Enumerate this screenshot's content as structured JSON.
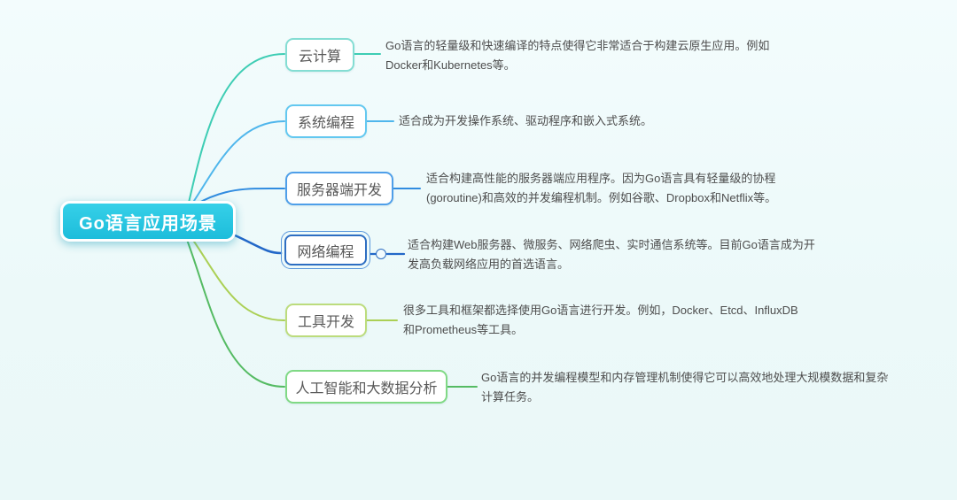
{
  "root": {
    "label": "Go语言应用场景",
    "bg_color": "#25c5e2"
  },
  "branches": [
    {
      "label": "云计算",
      "border_color": "#84ddd3",
      "line_color": "#3ecdb4",
      "desc_lines": [
        "Go语言的轻量级和快速编译的特点使得它非常适合于构建云原生应用。例如",
        "Docker和Kubernetes等。"
      ]
    },
    {
      "label": "系统编程",
      "border_color": "#63c8f0",
      "line_color": "#4fb6ec",
      "desc_lines": [
        "适合成为开发操作系统、驱动程序和嵌入式系统。",
        ""
      ]
    },
    {
      "label": "服务器端开发",
      "border_color": "#4f9fe9",
      "line_color": "#318ce0",
      "desc_lines": [
        "适合构建高性能的服务器端应用程序。因为Go语言具有轻量级的协程",
        "(goroutine)和高效的并发编程机制。例如谷歌、Dropbox和Netflix等。"
      ]
    },
    {
      "label": "网络编程",
      "border_color": "#2e6ec2",
      "line_color": "#2368c8",
      "selected": "true",
      "desc_lines": [
        "适合构建Web服务器、微服务、网络爬虫、实时通信系统等。目前Go语言成为开",
        "发高负载网络应用的首选语言。"
      ]
    },
    {
      "label": "工具开发",
      "border_color": "#bcdc7d",
      "line_color": "#abd055",
      "desc_lines": [
        "很多工具和框架都选择使用Go语言进行开发。例如，Docker、Etcd、InfluxDB",
        "和Prometheus等工具。"
      ]
    },
    {
      "label": "人工智能和大数据分析",
      "border_color": "#80d985",
      "line_color": "#55bb63",
      "desc_lines": [
        "Go语言的并发编程模型和内存管理机制使得它可以高效地处理大规模数据和复杂",
        "计算任务。"
      ]
    }
  ]
}
